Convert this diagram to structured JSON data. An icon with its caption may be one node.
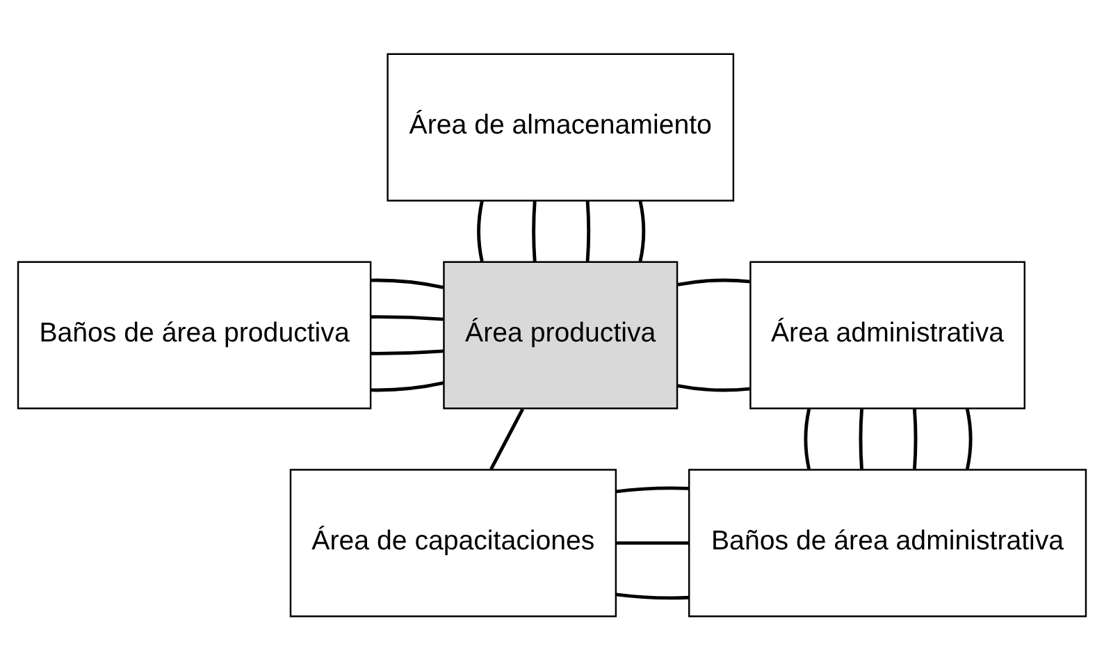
{
  "diagram": {
    "nodes": [
      {
        "text": [
          "Área de almacenamiento"
        ]
      },
      {
        "text": [
          "Baños de área productiva"
        ]
      },
      {
        "text": [
          "Área productiva"
        ]
      },
      {
        "text": [
          "Área administrativa"
        ]
      },
      {
        "text": [
          "Área de capacitaciones"
        ]
      },
      {
        "text": [
          "Baños de área administrativa"
        ]
      }
    ],
    "edges": [
      {
        "from": 0,
        "to": 2,
        "arrow": "none"
      },
      {
        "from": 0,
        "to": 2,
        "arrow": "none"
      },
      {
        "from": 0,
        "to": 2,
        "arrow": "none"
      },
      {
        "from": 0,
        "to": 2,
        "arrow": "none"
      },
      {
        "from": 1,
        "to": 2,
        "arrow": "none"
      },
      {
        "from": 1,
        "to": 2,
        "arrow": "none"
      },
      {
        "from": 1,
        "to": 2,
        "arrow": "none"
      },
      {
        "from": 1,
        "to": 2,
        "arrow": "none"
      },
      {
        "from": 2,
        "to": 3,
        "arrow": "none"
      },
      {
        "from": 2,
        "to": 3,
        "arrow": "none"
      },
      {
        "from": 2,
        "to": 4,
        "arrow": "none"
      },
      {
        "from": 3,
        "to": 5,
        "arrow": "none"
      },
      {
        "from": 3,
        "to": 5,
        "arrow": "none"
      },
      {
        "from": 3,
        "to": 5,
        "arrow": "none"
      },
      {
        "from": 3,
        "to": 5,
        "arrow": "none"
      },
      {
        "from": 4,
        "to": 5,
        "arrow": "none"
      },
      {
        "from": 4,
        "to": 5,
        "arrow": "none"
      },
      {
        "from": 4,
        "to": 5,
        "arrow": "none"
      }
    ]
  }
}
